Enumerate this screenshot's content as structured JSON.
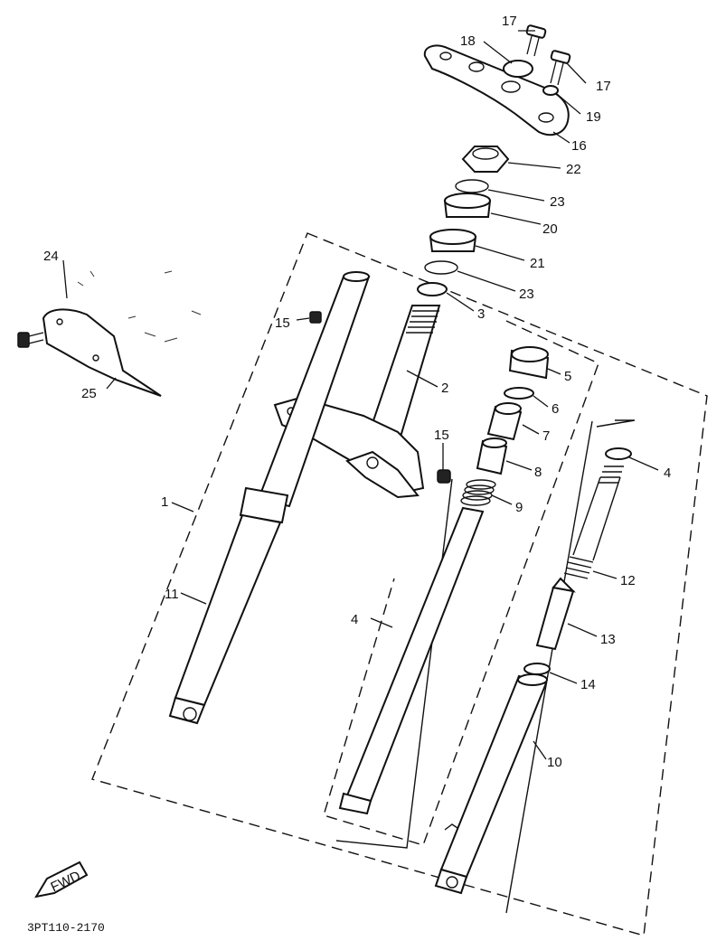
{
  "diagram": {
    "callouts": {
      "p1": "1",
      "p2": "2",
      "p3": "3",
      "p4a": "4",
      "p4b": "4",
      "p5": "5",
      "p6": "6",
      "p7": "7",
      "p8": "8",
      "p9": "9",
      "p10": "10",
      "p11": "11",
      "p12": "12",
      "p13": "13",
      "p14": "14",
      "p15a": "15",
      "p15b": "15",
      "p16": "16",
      "p17a": "17",
      "p17b": "17",
      "p18": "18",
      "p19": "19",
      "p20": "20",
      "p21": "21",
      "p22": "22",
      "p23a": "23",
      "p23b": "23",
      "p24": "24",
      "p25": "25"
    },
    "figure_code": "3PT110-2170",
    "forward_mark": "FWD"
  }
}
